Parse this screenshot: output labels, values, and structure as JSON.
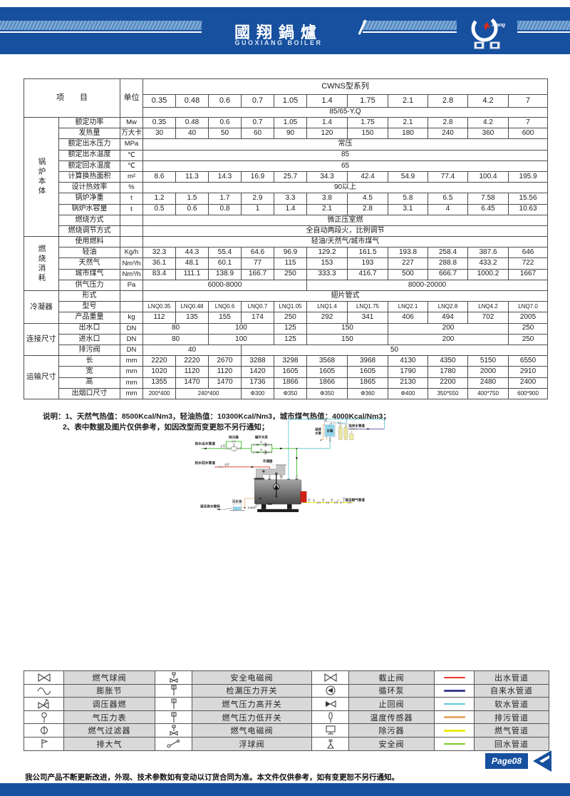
{
  "header": {
    "title": "國翔鍋爐",
    "subtitle": "GUOXIANG BOILER",
    "logo_text": "Xiang"
  },
  "spec_table": {
    "item_label": "项　　目",
    "unit_label": "单位",
    "series_title": "CWNS型系列",
    "models": [
      "0.35",
      "0.48",
      "0.6",
      "0.7",
      "1.05",
      "1.4",
      "1.75",
      "2.1",
      "2.8",
      "4.2",
      "7"
    ],
    "subtitle": "85/65-Y.Q",
    "groups": [
      {
        "label": "锅炉本体",
        "vertical": true,
        "rows": [
          {
            "name": "额定功率",
            "unit": "Mw",
            "cells": [
              {
                "t": "0.35"
              },
              {
                "t": "0.48"
              },
              {
                "t": "0.6"
              },
              {
                "t": "0.7"
              },
              {
                "t": "1.05"
              },
              {
                "t": "1.4"
              },
              {
                "t": "1.75"
              },
              {
                "t": "2.1"
              },
              {
                "t": "2.8"
              },
              {
                "t": "4.2"
              },
              {
                "t": "7"
              }
            ]
          },
          {
            "name": "发热量",
            "unit": "万大卡",
            "cells": [
              {
                "t": "30"
              },
              {
                "t": "40"
              },
              {
                "t": "50"
              },
              {
                "t": "60"
              },
              {
                "t": "90"
              },
              {
                "t": "120"
              },
              {
                "t": "150"
              },
              {
                "t": "180"
              },
              {
                "t": "240"
              },
              {
                "t": "360"
              },
              {
                "t": "600"
              }
            ]
          },
          {
            "name": "额定出水压力",
            "unit": "MPa",
            "cells": [
              {
                "t": "常压",
                "s": 11
              }
            ]
          },
          {
            "name": "额定出水温度",
            "unit": "℃",
            "cells": [
              {
                "t": "85",
                "s": 11
              }
            ]
          },
          {
            "name": "额定回水温度",
            "unit": "℃",
            "cells": [
              {
                "t": "65",
                "s": 11
              }
            ]
          },
          {
            "name": "计算换热面积",
            "unit": "m²",
            "cells": [
              {
                "t": "8.6"
              },
              {
                "t": "11.3"
              },
              {
                "t": "14.3"
              },
              {
                "t": "16.9"
              },
              {
                "t": "25.7"
              },
              {
                "t": "34.3"
              },
              {
                "t": "42.4"
              },
              {
                "t": "54.9"
              },
              {
                "t": "77.4"
              },
              {
                "t": "100.4"
              },
              {
                "t": "195.9"
              }
            ]
          },
          {
            "name": "设计热效率",
            "unit": "%",
            "cells": [
              {
                "t": "90以上",
                "s": 11
              }
            ]
          },
          {
            "name": "锅炉净重",
            "unit": "t",
            "cells": [
              {
                "t": "1.2"
              },
              {
                "t": "1.5"
              },
              {
                "t": "1.7"
              },
              {
                "t": "2.9"
              },
              {
                "t": "3.3"
              },
              {
                "t": "3.8"
              },
              {
                "t": "4.5"
              },
              {
                "t": "5.8"
              },
              {
                "t": "6.5"
              },
              {
                "t": "7.58"
              },
              {
                "t": "15.56"
              }
            ]
          },
          {
            "name": "锅炉水容量",
            "unit": "t",
            "cells": [
              {
                "t": "0.5"
              },
              {
                "t": "0.6"
              },
              {
                "t": "0.8"
              },
              {
                "t": "1"
              },
              {
                "t": "1.4"
              },
              {
                "t": "2.1"
              },
              {
                "t": "2.8"
              },
              {
                "t": "3.1"
              },
              {
                "t": "4"
              },
              {
                "t": "6.45"
              },
              {
                "t": "10.63"
              }
            ]
          },
          {
            "name": "燃烧方式",
            "unit": "",
            "cells": [
              {
                "t": "微正压室燃",
                "s": 11
              }
            ]
          },
          {
            "name": "燃烧调节方式",
            "unit": "",
            "cells": [
              {
                "t": "全自动两段火，比例调节",
                "s": 11
              }
            ]
          }
        ]
      },
      {
        "label": "燃烧消耗",
        "vertical": true,
        "rows": [
          {
            "name": "使用燃料",
            "unit": "",
            "cells": [
              {
                "t": "轻油/天然气/城市煤气",
                "s": 11
              }
            ]
          },
          {
            "name": "轻油",
            "unit": "Kg/h",
            "cells": [
              {
                "t": "32.3"
              },
              {
                "t": "44.3"
              },
              {
                "t": "55.4"
              },
              {
                "t": "64.6"
              },
              {
                "t": "96.9"
              },
              {
                "t": "129.2"
              },
              {
                "t": "161.5"
              },
              {
                "t": "193.8"
              },
              {
                "t": "258.4"
              },
              {
                "t": "387.6"
              },
              {
                "t": "646"
              }
            ]
          },
          {
            "name": "天然气",
            "unit": "Nm³/h",
            "cells": [
              {
                "t": "36.1"
              },
              {
                "t": "48.1"
              },
              {
                "t": "60.1"
              },
              {
                "t": "77"
              },
              {
                "t": "115"
              },
              {
                "t": "153"
              },
              {
                "t": "193"
              },
              {
                "t": "227"
              },
              {
                "t": "288.8"
              },
              {
                "t": "433.2"
              },
              {
                "t": "722"
              }
            ]
          },
          {
            "name": "城市煤气",
            "unit": "Nm³/h",
            "cells": [
              {
                "t": "83.4"
              },
              {
                "t": "111.1"
              },
              {
                "t": "138.9"
              },
              {
                "t": "166.7"
              },
              {
                "t": "250"
              },
              {
                "t": "333.3"
              },
              {
                "t": "416.7"
              },
              {
                "t": "500"
              },
              {
                "t": "666.7"
              },
              {
                "t": "1000.2"
              },
              {
                "t": "1667"
              }
            ]
          },
          {
            "name": "供气压力",
            "unit": "Pa",
            "cells": [
              {
                "t": "6000-8000",
                "s": 5
              },
              {
                "t": "8000-20000",
                "s": 6
              }
            ]
          }
        ]
      },
      {
        "label": "冷凝器",
        "vertical": false,
        "rows": [
          {
            "name": "形式",
            "unit": "",
            "cells": [
              {
                "t": "翅片管式",
                "s": 11
              }
            ]
          },
          {
            "name": "型号",
            "unit": "",
            "small": true,
            "cells": [
              {
                "t": "LNQ0.35"
              },
              {
                "t": "LNQ0.48"
              },
              {
                "t": "LNQ0.6"
              },
              {
                "t": "LNQ0.7"
              },
              {
                "t": "LNQ1.05"
              },
              {
                "t": "LNQ1.4"
              },
              {
                "t": "LNQ1.75"
              },
              {
                "t": "LNQ2.1"
              },
              {
                "t": "LNQ2.8"
              },
              {
                "t": "LNQ4.2"
              },
              {
                "t": "LNQ7.0"
              }
            ]
          },
          {
            "name": "产品重量",
            "unit": "kg",
            "cells": [
              {
                "t": "112"
              },
              {
                "t": "135"
              },
              {
                "t": "155"
              },
              {
                "t": "174"
              },
              {
                "t": "250"
              },
              {
                "t": "292"
              },
              {
                "t": "341"
              },
              {
                "t": "406"
              },
              {
                "t": "494"
              },
              {
                "t": "702"
              },
              {
                "t": "2005"
              }
            ]
          }
        ]
      },
      {
        "label": "连接尺寸",
        "vertical": false,
        "rows": [
          {
            "name": "出水口",
            "unit": "DN",
            "cells": [
              {
                "t": "80",
                "s": 2
              },
              {
                "t": "100",
                "s": 2
              },
              {
                "t": "125"
              },
              {
                "t": "150",
                "s": 2
              },
              {
                "t": "200",
                "s": 3
              },
              {
                "t": "250"
              }
            ]
          },
          {
            "name": "进水口",
            "unit": "DN",
            "cells": [
              {
                "t": "80",
                "s": 2
              },
              {
                "t": "100",
                "s": 2
              },
              {
                "t": "125"
              },
              {
                "t": "150",
                "s": 2
              },
              {
                "t": "200",
                "s": 3
              },
              {
                "t": "250"
              }
            ]
          },
          {
            "name": "排污阀",
            "unit": "DN",
            "cells": [
              {
                "t": "40",
                "s": 3
              },
              {
                "t": "50",
                "s": 8
              }
            ]
          }
        ]
      },
      {
        "label": "运输尺寸",
        "vertical": false,
        "rows": [
          {
            "name": "长",
            "unit": "mm",
            "cells": [
              {
                "t": "2220"
              },
              {
                "t": "2220"
              },
              {
                "t": "2670"
              },
              {
                "t": "3288"
              },
              {
                "t": "3298"
              },
              {
                "t": "3568"
              },
              {
                "t": "3968"
              },
              {
                "t": "4130"
              },
              {
                "t": "4350"
              },
              {
                "t": "5150"
              },
              {
                "t": "6550"
              }
            ]
          },
          {
            "name": "宽",
            "unit": "mm",
            "cells": [
              {
                "t": "1020"
              },
              {
                "t": "1120"
              },
              {
                "t": "1120"
              },
              {
                "t": "1420"
              },
              {
                "t": "1605"
              },
              {
                "t": "1605"
              },
              {
                "t": "1605"
              },
              {
                "t": "1790"
              },
              {
                "t": "1780"
              },
              {
                "t": "2000"
              },
              {
                "t": "2910"
              }
            ]
          },
          {
            "name": "高",
            "unit": "mm",
            "cells": [
              {
                "t": "1355"
              },
              {
                "t": "1470"
              },
              {
                "t": "1470"
              },
              {
                "t": "1736"
              },
              {
                "t": "1866"
              },
              {
                "t": "1866"
              },
              {
                "t": "1865"
              },
              {
                "t": "2130"
              },
              {
                "t": "2200"
              },
              {
                "t": "2480"
              },
              {
                "t": "2400"
              }
            ]
          },
          {
            "name": "出烟口尺寸",
            "unit": "mm",
            "small": true,
            "cells": [
              {
                "t": "200*400"
              },
              {
                "t": "240*400",
                "s": 2
              },
              {
                "t": "Φ300"
              },
              {
                "t": "Φ350"
              },
              {
                "t": "Φ350"
              },
              {
                "t": "Φ360"
              },
              {
                "t": "Φ400"
              },
              {
                "t": "350*550"
              },
              {
                "t": "400*750"
              },
              {
                "t": "600*900"
              }
            ]
          }
        ]
      }
    ]
  },
  "notes": {
    "line1": "说明：1、天然气热值：8500Kcal/Nm3，轻油热值：10300Kcal/Nm3，城市煤气热值：4000Kcal/Nm3；",
    "line2": "2、表中数据及图片仅供参考，如因改型而变更恕不另行通知；"
  },
  "diagram": {
    "labels": {
      "hot_water_out": "热水出水管道",
      "dirt_separator": "除污器",
      "circ_pump": "循环水泵",
      "overflow_line1": "溢排",
      "overflow_line2": "水管",
      "water_tank": "水箱",
      "dn": "DN",
      "tap_water": "自来水管道",
      "hot_water_return": "热水回水管道",
      "condenser": "冷凝器",
      "sewage_pool": "污水池",
      "to_drain": "接至排水管网",
      "to_gas": "接至燃气管道"
    }
  },
  "legend": {
    "line_colors": {
      "red": "#e6352b",
      "navy": "#3c3f93",
      "cyan": "#5cc6d6",
      "orange": "#e8aa6a",
      "yellow": "#f0ec00",
      "green": "#7cc820"
    },
    "rows": [
      [
        {
          "icon": "ball-valve-icon",
          "label": "燃气球阀"
        },
        {
          "icon": "safety-solenoid-valve-icon",
          "label": "安全电磁阀"
        },
        {
          "icon": "stop-valve-icon",
          "label": "截止阀"
        },
        {
          "line": "red",
          "label": "出水管道"
        }
      ],
      [
        {
          "icon": "expansion-joint-icon",
          "label": "膨胀节"
        },
        {
          "icon": "leak-pressure-switch-icon",
          "label": "检漏压力开关"
        },
        {
          "icon": "circulation-pump-icon",
          "label": "循环泵"
        },
        {
          "line": "navy",
          "label": "自来水管道"
        }
      ],
      [
        {
          "icon": "pressure-regulator-icon",
          "label": "调压器燃"
        },
        {
          "icon": "gas-pressure-high-switch-icon",
          "label": "燃气压力高开关"
        },
        {
          "icon": "check-valve-icon",
          "label": "止回阀"
        },
        {
          "line": "cyan",
          "label": "软水管道"
        }
      ],
      [
        {
          "icon": "pressure-gauge-icon",
          "label": "气压力表"
        },
        {
          "icon": "gas-pressure-low-switch-icon",
          "label": "燃气压力低开关"
        },
        {
          "icon": "temperature-sensor-icon",
          "label": "温度传感器"
        },
        {
          "line": "orange",
          "label": "排污管道"
        }
      ],
      [
        {
          "icon": "gas-filter-icon",
          "label": "燃气过滤器"
        },
        {
          "icon": "gas-solenoid-valve-icon",
          "label": "燃气电磁阀"
        },
        {
          "icon": "dirt-separator-icon",
          "label": "除污器"
        },
        {
          "line": "yellow",
          "label": "燃气管道"
        }
      ],
      [
        {
          "icon": "vent-icon",
          "label": "排大气"
        },
        {
          "icon": "float-valve-icon",
          "label": "浮球阀"
        },
        {
          "icon": "safety-valve-icon",
          "label": "安全阀"
        },
        {
          "line": "green",
          "label": "回水管道"
        }
      ]
    ]
  },
  "footer": {
    "disclaimer": "我公司产品不断更新改进，外观、技术参数如有变动以订货合同为准。本文件仅供参考，如有变更恕不另行通知。",
    "page": "Page08"
  }
}
